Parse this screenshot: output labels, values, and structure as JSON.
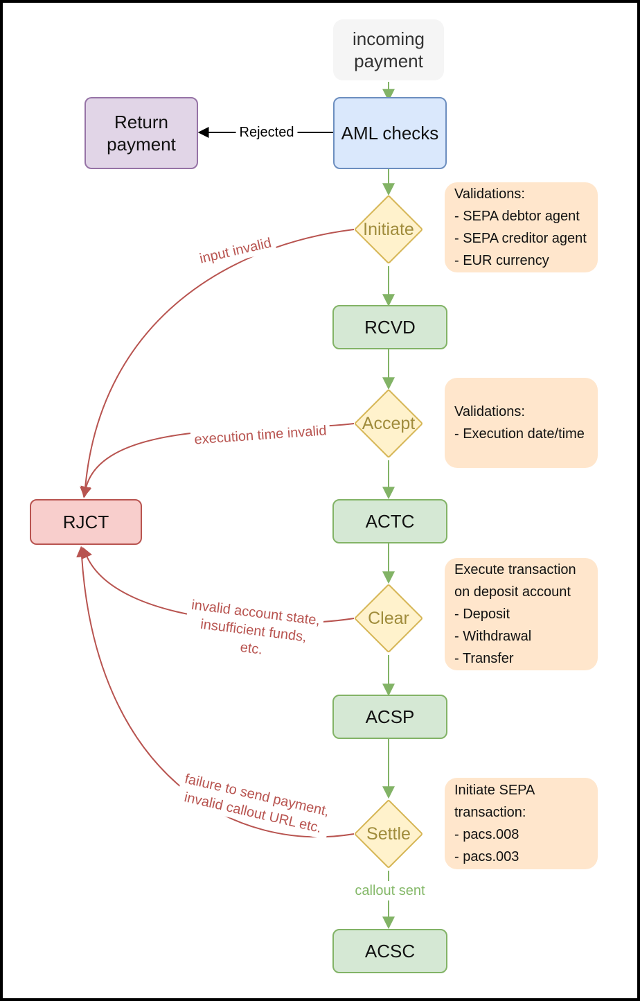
{
  "title": "SEPA payment status flow",
  "colors": {
    "green_fill": "#d5e8d4",
    "green_border": "#82b366",
    "yellow_fill": "#fff2cc",
    "yellow_border": "#d6b656",
    "yellow_text": "#a08c3c",
    "blue_fill": "#dae8fc",
    "blue_border": "#6c8ebf",
    "purple_fill": "#e1d5e7",
    "purple_border": "#9673a6",
    "red_fill": "#f8cecc",
    "red_border": "#b85450",
    "note_fill": "#ffe6cc",
    "start_fill": "#f5f5f5",
    "arrow_green": "#82b366",
    "arrow_red": "#b85450",
    "arrow_black": "#000000"
  },
  "nodes": {
    "incoming": {
      "label": "incoming payment",
      "type": "start"
    },
    "aml": {
      "label": "AML checks",
      "type": "process"
    },
    "return": {
      "label": "Return payment",
      "type": "process"
    },
    "initiate": {
      "label": "Initiate",
      "type": "decision"
    },
    "rcvd": {
      "label": "RCVD",
      "type": "state"
    },
    "accept": {
      "label": "Accept",
      "type": "decision"
    },
    "actc": {
      "label": "ACTC",
      "type": "state"
    },
    "clear": {
      "label": "Clear",
      "type": "decision"
    },
    "acsp": {
      "label": "ACSP",
      "type": "state"
    },
    "settle": {
      "label": "Settle",
      "type": "decision"
    },
    "acsc": {
      "label": "ACSC",
      "type": "state"
    },
    "rjct": {
      "label": "RJCT",
      "type": "state"
    }
  },
  "notes": {
    "initiate": "Validations:\n- SEPA debtor agent\n- SEPA creditor agent\n- EUR currency",
    "accept": "Validations:\n- Execution date/time",
    "clear": "Execute transaction\non deposit account\n- Deposit\n- Withdrawal\n- Transfer",
    "settle": "Initiate SEPA\ntransaction:\n- pacs.008\n- pacs.003"
  },
  "edge_labels": {
    "rejected": "Rejected",
    "input_invalid": "input invalid",
    "execution_time_invalid": "execution time invalid",
    "invalid_account": "invalid account state,\ninsufficient funds,\netc.",
    "failure_send": "failure to send payment,\ninvalid callout URL etc.",
    "callout_sent": "callout sent"
  }
}
